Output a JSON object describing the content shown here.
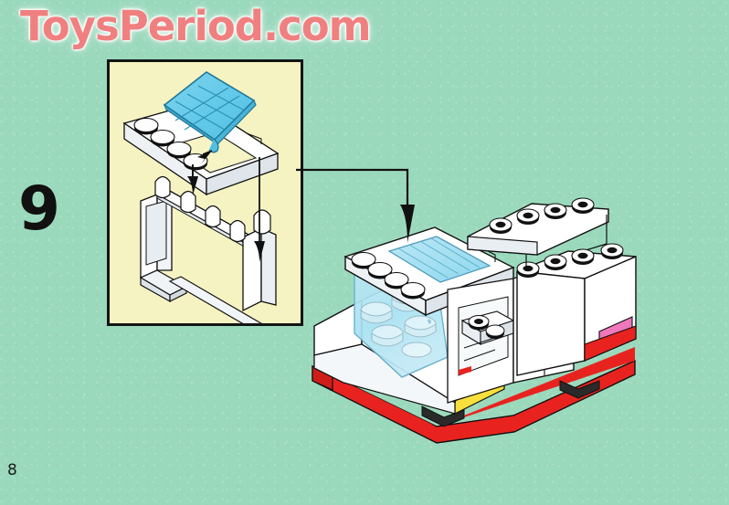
{
  "page": {
    "background_color": "#9bd9bd",
    "watermark_text": "ToysPeriod.com",
    "watermark_color": "#f08080",
    "step_number": "9",
    "page_number": "8"
  },
  "inset": {
    "background_color": "#f6f3c2",
    "border_color": "#141414",
    "label": "sub-assembly-callout",
    "parts": [
      {
        "name": "white-plate-with-black-studs",
        "color": "#ffffff",
        "stud_color": "#111111",
        "stud_count": 4
      },
      {
        "name": "translucent-blue-canopy-panel",
        "color": "#66cceb",
        "edge_color": "#1b6d8c"
      },
      {
        "name": "white-windscreen-frame",
        "color": "#ffffff",
        "outline_color": "#111111",
        "stud_count": 5
      }
    ],
    "arrows": [
      {
        "name": "assembly-arrow-left",
        "direction": "down"
      },
      {
        "name": "assembly-arrow-right",
        "direction": "down"
      }
    ]
  },
  "connector": {
    "name": "callout-connector-line",
    "color": "#111111",
    "arrow_direction": "down"
  },
  "model": {
    "name": "lego-van-assembly",
    "colors": {
      "white": "#ffffff",
      "shadow": "#e2e6ea",
      "shadow_dark": "#c7ced4",
      "red": "#e8231f",
      "red_dark": "#b81814",
      "yellow": "#f7e03c",
      "pink": "#ef77bb",
      "glass": "#a9e2f2",
      "glass_dark": "#7ed0e8",
      "stud_black": "#111111",
      "outline": "#111111"
    },
    "parts": [
      {
        "name": "red-chassis-base",
        "color": "#e8231f"
      },
      {
        "name": "yellow-headlight-brick",
        "color": "#f7e03c",
        "count": 2
      },
      {
        "name": "white-hood-slope",
        "color": "#ffffff"
      },
      {
        "name": "translucent-windscreen",
        "color": "#a9e2f2"
      },
      {
        "name": "white-roof-plate-with-studs",
        "color": "#ffffff",
        "stud_count": 4
      },
      {
        "name": "translucent-roof-panel",
        "color": "#a9e2f2"
      },
      {
        "name": "white-side-wall-panel",
        "color": "#ffffff"
      },
      {
        "name": "rear-white-wall-panel",
        "color": "#ffffff",
        "stud_count": 4
      },
      {
        "name": "pink-taillight-tile",
        "color": "#ef77bb"
      },
      {
        "name": "interior-seats",
        "color": "#ffffff"
      }
    ]
  }
}
